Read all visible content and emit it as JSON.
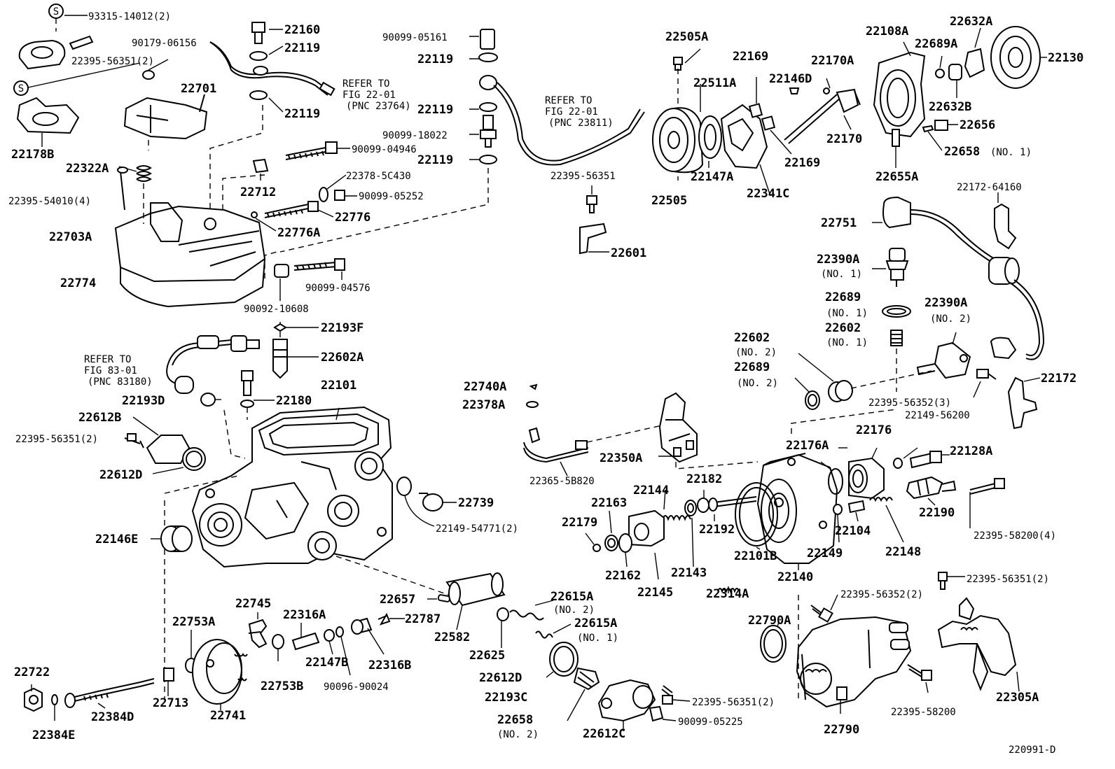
{
  "diagram_id": "220991-D",
  "labels": {
    "l1": "93315-14012(2)",
    "l2": "22395-56351(2)",
    "l3": "90179-06156",
    "l4": "22160",
    "l5": "22119",
    "l6": "22119",
    "l7": "22701",
    "l8": "22178B",
    "l9": "22322A",
    "l10": "22395-54010(4)",
    "l11": "22712",
    "l12": "22703A",
    "l13": "22774",
    "l14": "90099-04946",
    "l15": "22378-5C430",
    "l16": "90099-05252",
    "l17": "22776",
    "l18": "22776A",
    "l19": "90099-04576",
    "l20": "90092-10608",
    "l21": "22193F",
    "l22": "22602A",
    "l23": "22101",
    "l24": "22193D",
    "l25": "22180",
    "l26": "22612B",
    "l27": "22395-56351(2)",
    "l28": "22612D",
    "l29": "22146E",
    "l30": "22739",
    "l31": "22149-54771(2)",
    "l32": "90099-05161",
    "l33": "22119",
    "l34": "22119",
    "l35": "90099-18022",
    "l36": "22119",
    "l37": "22395-56351",
    "l38": "22601",
    "l39": "22505A",
    "l40": "22511A",
    "l41": "22169",
    "l42": "22146D",
    "l43": "22170A",
    "l44": "22169",
    "l45": "22170",
    "l46": "22505",
    "l47": "22147A",
    "l48": "22341C",
    "l49": "22108A",
    "l50": "22689A",
    "l51": "22632A",
    "l52": "22130",
    "l53": "22632B",
    "l54": "22656",
    "l55": "22658",
    "l55n": "(NO. 1)",
    "l56": "22655A",
    "l57": "22172-64160",
    "l58": "22751",
    "l59": "22390A",
    "l59n": "(NO. 1)",
    "l60": "22689",
    "l60n": "(NO. 1)",
    "l61": "22390A",
    "l61n": "(NO. 2)",
    "l62": "22602",
    "l62n": "(NO. 1)",
    "l63": "22602",
    "l63n": "(NO. 2)",
    "l64": "22689",
    "l64n": "(NO. 2)",
    "l65": "22172",
    "l66": "22395-56352(3)",
    "l67": "22149-56200",
    "l68": "22740A",
    "l69": "22378A",
    "l70": "22350A",
    "l71": "22365-5B820",
    "l72": "22176",
    "l73": "22176A",
    "l74": "22128A",
    "l75": "22182",
    "l76": "22144",
    "l77": "22163",
    "l78": "22179",
    "l79": "22192",
    "l80": "22190",
    "l81": "22395-58200(4)",
    "l82": "22104",
    "l83": "22149",
    "l84": "22148",
    "l85": "22162",
    "l86": "22145",
    "l87": "22143",
    "l88": "22314A",
    "l89": "22101B",
    "l90": "22140",
    "l91": "22395-56351(2)",
    "l92": "22395-56352(2)",
    "l93": "22790A",
    "l94": "22790",
    "l95": "22395-58200",
    "l96": "22305A",
    "l97": "22657",
    "l98": "22615A",
    "l98n": "(NO. 2)",
    "l99": "22615A",
    "l99n": "(NO. 1)",
    "l100": "22582",
    "l101": "22625",
    "l102": "22612D",
    "l103": "22193C",
    "l104": "22658",
    "l104n": "(NO. 2)",
    "l105": "22612C",
    "l106": "22395-56351(2)",
    "l107": "90099-05225",
    "l108": "22745",
    "l109": "22753A",
    "l110": "22316A",
    "l111": "22787",
    "l112": "22147B",
    "l113": "22316B",
    "l114": "90096-90024",
    "l115": "22753B",
    "l116": "22741",
    "l117": "22713",
    "l118": "22722",
    "l119": "22384D",
    "l120": "22384E"
  },
  "refs": {
    "r1": [
      "REFER TO",
      "FIG 22-01",
      "(PNC 23764)"
    ],
    "r2": [
      "REFER TO",
      "FIG 22-01",
      "(PNC 23811)"
    ],
    "r3": [
      "REFER TO",
      "FIG 83-01",
      "(PNC 83180)"
    ]
  },
  "symbols": {
    "s1": "S",
    "s2": "S"
  }
}
